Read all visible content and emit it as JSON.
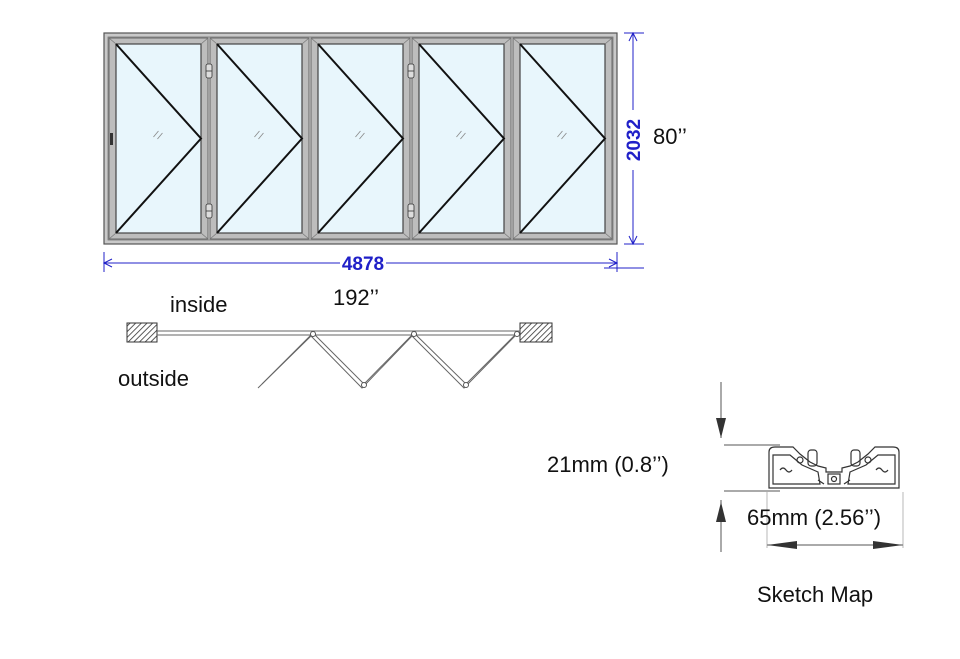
{
  "elevation": {
    "panel_count": 5,
    "width_mm": "4878",
    "height_mm": "2032",
    "width_in": "192’’",
    "height_in": "80’’",
    "dimension_color": "#2020c8",
    "frame_color": "#999999",
    "glass_color": "#e8f6fc"
  },
  "plan": {
    "inside_label": "inside",
    "outside_label": "outside"
  },
  "profile": {
    "height_label": "21mm (0.8’’)",
    "width_label": "65mm (2.56’’)",
    "caption": "Sketch Map"
  }
}
